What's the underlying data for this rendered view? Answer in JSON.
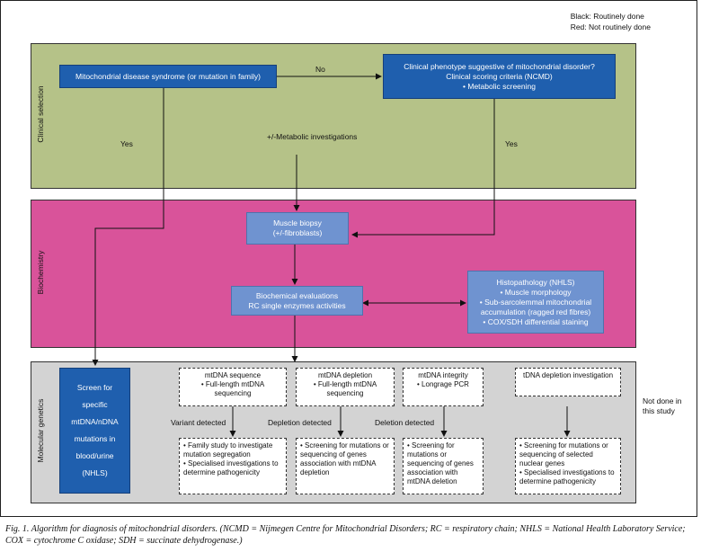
{
  "legend": {
    "line1": "Black: Routinely done",
    "line2": "Red: Not routinely done"
  },
  "bands": {
    "clinical": "Clinical selection",
    "biochemistry": "Biochemistry",
    "molecular": "Molecular genetics"
  },
  "boxes": {
    "syndrome": "Mitochondrial disease syndrome (or mutation in family)",
    "phenotype_1": "Clinical phenotype suggestive of mitochondrial disorder?",
    "phenotype_2": "Clinical scoring criteria (NCMD)",
    "phenotype_3": "• Metabolic screening",
    "biopsy_1": "Muscle biopsy",
    "biopsy_2": "(+/-fibroblasts)",
    "biochem_1": "Biochemical evaluations",
    "biochem_2": "RC single enzymes activities",
    "histo_1": "Histopathology (NHLS)",
    "histo_2": "• Muscle morphology",
    "histo_3": "• Sub-sarcolemmal mitochondrial accumulation (ragged red fibres)",
    "histo_4": "• COX/SDH differential staining",
    "screen_1": "Screen for",
    "screen_2": "specific",
    "screen_3": "mtDNA/nDNA",
    "screen_4": "mutations in",
    "screen_5": "blood/urine",
    "screen_6": "(NHLS)"
  },
  "tests": {
    "seq_title": "mtDNA sequence",
    "seq_body": "• Full-length mtDNA sequencing",
    "dep_title": "mtDNA depletion",
    "dep_body": "• Full-length mtDNA sequencing",
    "int_title": "mtDNA integrity",
    "int_body": "• Longrage PCR",
    "tdna_title": "tDNA depletion investigation"
  },
  "results": {
    "seq_1": "• Family study to investigate mutation segregation",
    "seq_2": "• Specialised investigations to determine pathogenicity",
    "dep_1": "• Screening for mutations or sequencing of genes association with mtDNA depletion",
    "int_1": "• Screening for mutations or sequencing of genes association with mtDNA deletion",
    "tdna_1": "• Screening for mutations or sequencing of selected nuclear genes",
    "tdna_2": "• Specialised investigations to determine pathogenicity"
  },
  "labels": {
    "no": "No",
    "yes_left": "Yes",
    "yes_right": "Yes",
    "metabolic": "+/-Metabolic investigations",
    "variant": "Variant detected",
    "depletion": "Depletion detected",
    "deletion": "Deletion detected",
    "not_done": "Not done in this study"
  },
  "caption": "Fig. 1. Algorithm for diagnosis of mitochondrial disorders. (NCMD = Nijmegen Centre for Mitochondrial Disorders; RC = respiratory chain; NHLS = National Health Laboratory Service; COX = cytochrome C oxidase; SDH = succinate dehydrogenase.)",
  "colors": {
    "clinical_band": "#b5c288",
    "biochem_band": "#d9539a",
    "molecular_band": "#d3d3d3",
    "dark_blue": "#1f5fae",
    "light_blue": "#6f93d0"
  }
}
